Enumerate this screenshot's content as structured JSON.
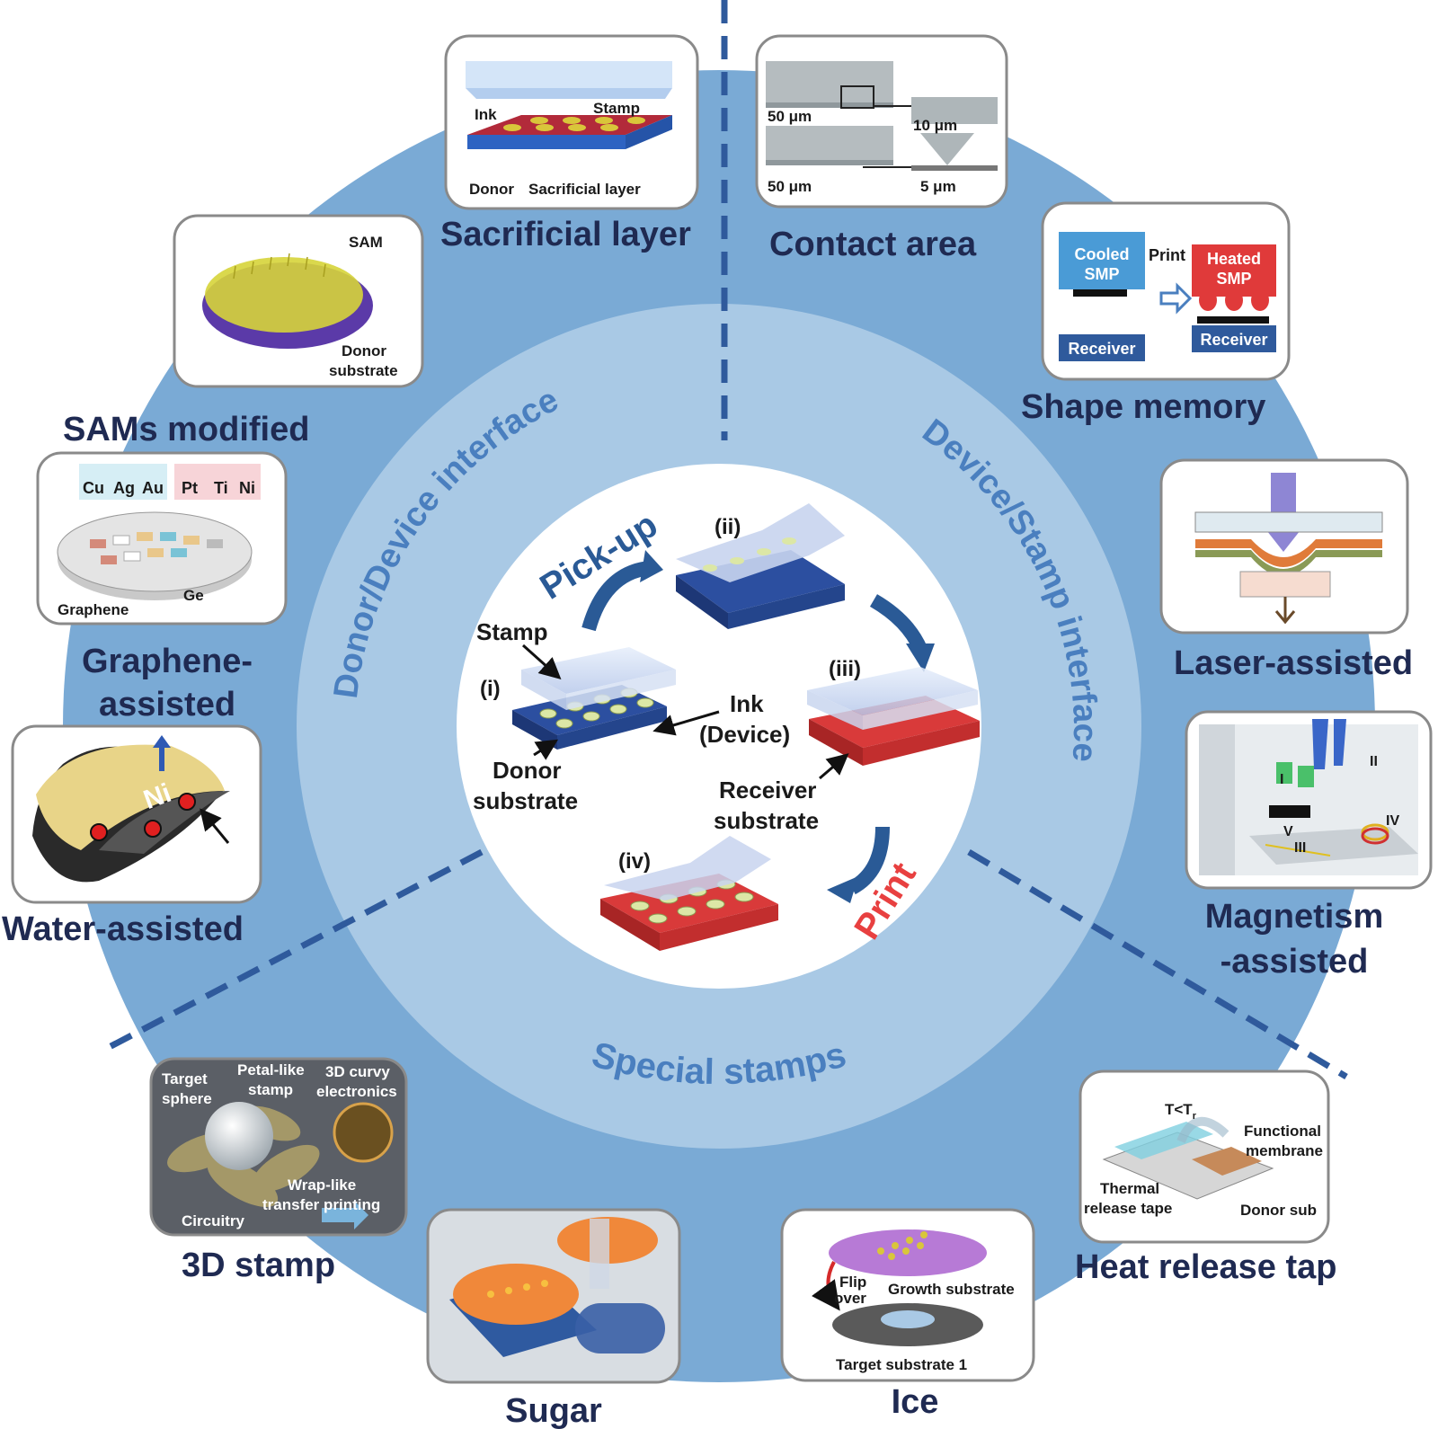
{
  "colors": {
    "outer_ring": "#7aaad5",
    "middle_ring": "#a9c9e5",
    "center": "#ffffff",
    "divider": "#2f5a9c",
    "ring_text": "#4a7fbf",
    "label_text": "#1f2a52",
    "pickup_text": "#2a5a96",
    "print_text": "#e84040",
    "donor_blue": "#2c4fa0",
    "receiver_red": "#d93a3a"
  },
  "ring_labels": {
    "donor_device": "Donor/Device interface",
    "device_stamp": "Device/Stamp interface",
    "special_stamps": "Special stamps"
  },
  "center": {
    "pickup": "Pick-up",
    "print": "Print",
    "step_i": "(i)",
    "step_ii": "(ii)",
    "step_iii": "(iii)",
    "step_iv": "(iv)",
    "stamp": "Stamp",
    "ink_1": "Ink",
    "ink_2": "(Device)",
    "donor_1": "Donor",
    "donor_2": "substrate",
    "receiver_1": "Receiver",
    "receiver_2": "substrate"
  },
  "sacrificial": {
    "title": "Sacrificial layer",
    "ink": "Ink",
    "stamp": "Stamp",
    "donor": "Donor",
    "sacrificial_layer": "Sacrificial layer"
  },
  "contact": {
    "title": "Contact area",
    "s1": "50 μm",
    "s2": "10 μm",
    "s3": "50 μm",
    "s4": "5 μm"
  },
  "sams": {
    "title": "SAMs modified",
    "sam": "SAM",
    "donor_1": "Donor",
    "donor_2": "substrate"
  },
  "shape": {
    "title": "Shape memory",
    "cooled_1": "Cooled",
    "cooled_2": "SMP",
    "print": "Print",
    "heated_1": "Heated",
    "heated_2": "SMP",
    "receiver": "Receiver"
  },
  "graphene": {
    "title_1": "Graphene-",
    "title_2": "assisted",
    "metals_left": [
      "Cu",
      "Ag",
      "Au"
    ],
    "metals_right": [
      "Pt",
      "Ti",
      "Ni"
    ],
    "graphene": "Graphene",
    "ge": "Ge"
  },
  "laser": {
    "title": "Laser-assisted"
  },
  "water": {
    "title": "Water-assisted",
    "ni": "Ni"
  },
  "magnet": {
    "title_1": "Magnetism",
    "title_2": "-assisted",
    "I": "I",
    "II": "II",
    "III": "III",
    "IV": "IV",
    "V": "V"
  },
  "stamp3d": {
    "title": "3D stamp",
    "target_1": "Target",
    "target_2": "sphere",
    "petal_1": "Petal-like",
    "petal_2": "stamp",
    "curvy_1": "3D curvy",
    "curvy_2": "electronics",
    "wrap_1": "Wrap-like",
    "wrap_2": "transfer printing",
    "circuitry": "Circuitry"
  },
  "sugar": {
    "title": "Sugar"
  },
  "ice": {
    "title": "Ice",
    "flip_1": "Flip",
    "flip_2": "over",
    "growth": "Growth substrate",
    "target": "Target substrate 1"
  },
  "heat": {
    "title": "Heat release tap",
    "t": "T<T",
    "t_sub": "r",
    "functional_1": "Functional",
    "functional_2": "membrane",
    "thermal_1": "Thermal",
    "thermal_2": "release tape",
    "donor": "Donor sub"
  }
}
